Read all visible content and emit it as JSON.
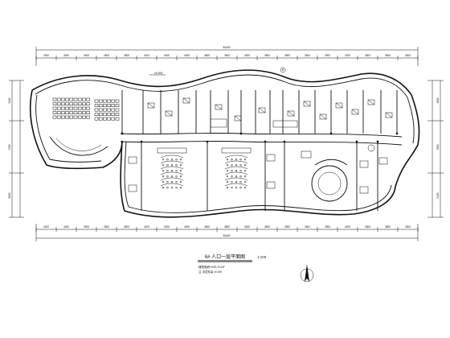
{
  "drawing": {
    "title": "6# 人口一层平面图",
    "scale": "1:100",
    "area_line": "建筑面积≈925.75 M²",
    "note_line": "注: 本层标高 ±0.000",
    "elevation_tag": "±0.000",
    "axis_tag": "B"
  },
  "dimensions": {
    "top_row": [
      "4200",
      "4000",
      "3900",
      "2800",
      "3500",
      "4200",
      "3000",
      "4000",
      "4800",
      "3800",
      "4000",
      "3500",
      "2800",
      "3600",
      "3900",
      "4200",
      "3600",
      "3800",
      "2600"
    ],
    "top_total": "84400",
    "bottom_row": [
      "4200",
      "4000",
      "3900",
      "2800",
      "3500",
      "4200",
      "3000",
      "4000",
      "4800",
      "3800",
      "4000",
      "3500",
      "2800",
      "3600",
      "3900",
      "4200",
      "3600",
      "3800",
      "2600"
    ],
    "bottom_total": "84400",
    "left_col": [
      "5400",
      "7200",
      "5600"
    ],
    "right_col": [
      "4800",
      "7800",
      "5400"
    ]
  },
  "icons": {
    "north": "north-arrow-icon"
  }
}
